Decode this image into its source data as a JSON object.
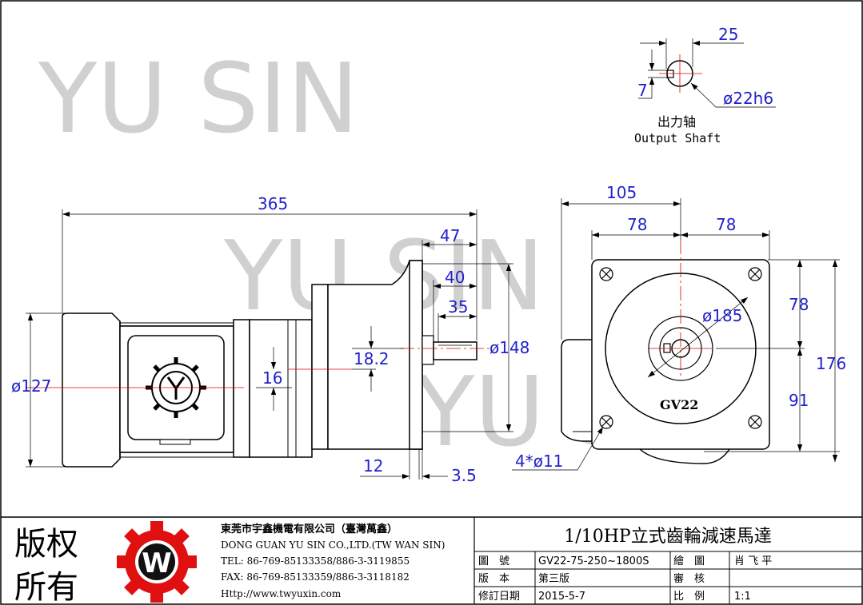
{
  "watermark": "YU SIN",
  "shaft": {
    "dim_keyway_width": "25",
    "dim_key_depth": "7",
    "dim_diameter": "ø22h6",
    "label_cn": "出力轴",
    "label_en": "Output Shaft"
  },
  "side_view": {
    "dim_total_length": "365",
    "dim_flange_to_end": "47",
    "dim_shaft_length": "40",
    "dim_key_length": "35",
    "dim_shaft_height": "18.2",
    "dim_flange_diameter": "ø148",
    "dim_motor_diameter": "ø127",
    "dim_offset": "16",
    "dim_flange_thickness": "12",
    "dim_spigot": "3.5"
  },
  "front_view": {
    "dim_overall_width": "105",
    "dim_half_width_left": "78",
    "dim_half_width_right": "78",
    "dim_upper_height": "78",
    "dim_lower_height": "91",
    "dim_total_height": "176",
    "dim_pitch_circle": "ø185",
    "dim_mount_holes": "4*ø11",
    "nameplate": "GV22"
  },
  "title_block": {
    "copyright_line1": "版权",
    "copyright_line2": "所有",
    "logo_letter": "W",
    "company_cn": "東莞市宇鑫機電有限公司（臺灣萬鑫）",
    "company_en": "DONG GUAN YU SIN CO.,LTD.(TW WAN SIN)",
    "tel": "TEL: 86-769-85133358/886-3-3119855",
    "fax": "FAX: 86-769-85133359/886-3-3118182",
    "web": "Http://www.twyuxin.com",
    "product_title": "1/10HP立式齒輪減速馬達",
    "drawing_no_label": "圖　號",
    "drawing_no": "GV22-75-250~1800S",
    "drawn_by_label": "繪　圖",
    "drawn_by": "肖 飞 平",
    "version_label": "版　本",
    "version": "第三版",
    "review_label": "審　核",
    "review": "",
    "revision_date_label": "修訂日期",
    "revision_date": "2015-5-7",
    "scale_label": "比　例",
    "scale": "1:1"
  }
}
